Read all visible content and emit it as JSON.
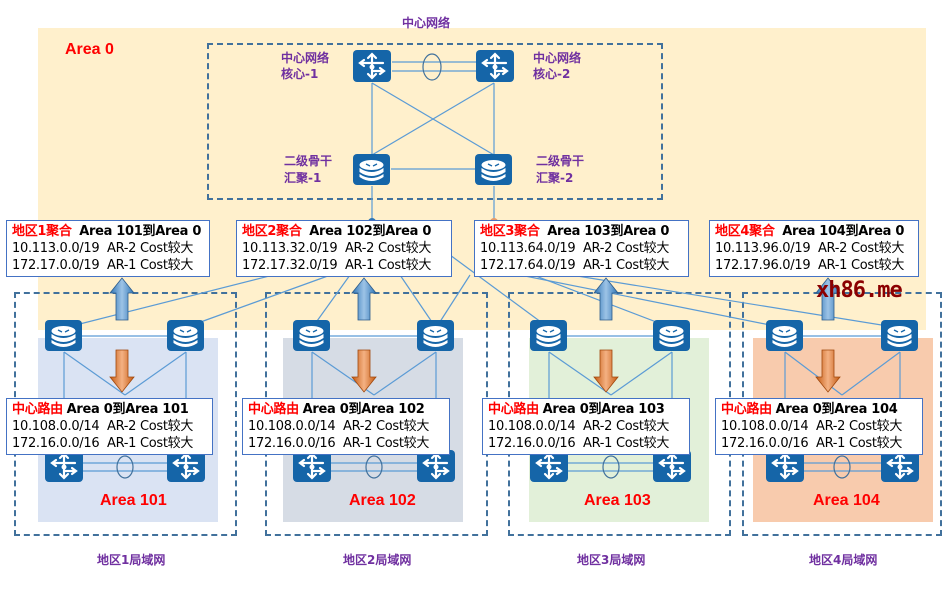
{
  "diagram": {
    "core_network_title": "中心网络",
    "area0_label": "Area 0",
    "core_devices": [
      {
        "label_line1": "中心网络",
        "label_line2": "核心-1",
        "type": "switch-icon"
      },
      {
        "label_line1": "中心网络",
        "label_line2": "核心-2",
        "type": "switch-icon"
      },
      {
        "label_line1": "二级骨干",
        "label_line2": "汇聚-1",
        "type": "router-icon"
      },
      {
        "label_line1": "二级骨干",
        "label_line2": "汇聚-2",
        "type": "router-icon"
      }
    ],
    "aggregation_boxes": [
      {
        "title_red": "地区1聚合",
        "title_black": "Area 101到Area 0",
        "line1": "10.113.0.0/19  AR-2 Cost较大",
        "line2": "172.17.0.0/19  AR-1 Cost较大"
      },
      {
        "title_red": "地区2聚合",
        "title_black": "Area 102到Area 0",
        "line1": "10.113.32.0/19  AR-2 Cost较大",
        "line2": "172.17.32.0/19  AR-1 Cost较大"
      },
      {
        "title_red": "地区3聚合",
        "title_black": "Area 103到Area 0",
        "line1": "10.113.64.0/19  AR-2 Cost较大",
        "line2": "172.17.64.0/19  AR-1 Cost较大"
      },
      {
        "title_red": "地区4聚合",
        "title_black": "Area 104到Area 0",
        "line1": "10.113.96.0/19  AR-2 Cost较大",
        "line2": "172.17.96.0/19  AR-1 Cost较大"
      }
    ],
    "central_route_boxes": [
      {
        "title_red": "中心路由",
        "title_black": "Area 0到Area 101",
        "line1": "10.108.0.0/14  AR-2 Cost较大",
        "line2": "172.16.0.0/16  AR-1 Cost较大"
      },
      {
        "title_red": "中心路由",
        "title_black": "Area 0到Area 102",
        "line1": "10.108.0.0/14  AR-2 Cost较大",
        "line2": "172.16.0.0/16  AR-1 Cost较大"
      },
      {
        "title_red": "中心路由",
        "title_black": "Area 0到Area 103",
        "line1": "10.108.0.0/14  AR-2 Cost较大",
        "line2": "172.16.0.0/16  AR-1 Cost较大"
      },
      {
        "title_red": "中心路由",
        "title_black": "Area 0到Area 104",
        "line1": "10.108.0.0/14  AR-2 Cost较大",
        "line2": "172.16.0.0/16  AR-1 Cost较大"
      }
    ],
    "regions": [
      {
        "area_label": "Area 101",
        "lan_label": "地区1局域网",
        "bg_color": "#dae3f3"
      },
      {
        "area_label": "Area 102",
        "lan_label": "地区2局域网",
        "bg_color": "#d6dce5"
      },
      {
        "area_label": "Area 103",
        "lan_label": "地区3局域网",
        "bg_color": "#e2f0d9"
      },
      {
        "area_label": "Area 104",
        "lan_label": "地区4局域网",
        "bg_color": "#f8cbad"
      }
    ],
    "watermark": "xh86.me",
    "colors": {
      "area0_bg": "#fff0cc",
      "device_blue": "#1565a8",
      "link_blue": "#5b9bd5",
      "dashed_border": "#41719c",
      "label_purple": "#7030a0",
      "area_red": "#ff0000",
      "up_arrow": "#5b9bd5",
      "down_arrow": "#ed7d31"
    }
  }
}
